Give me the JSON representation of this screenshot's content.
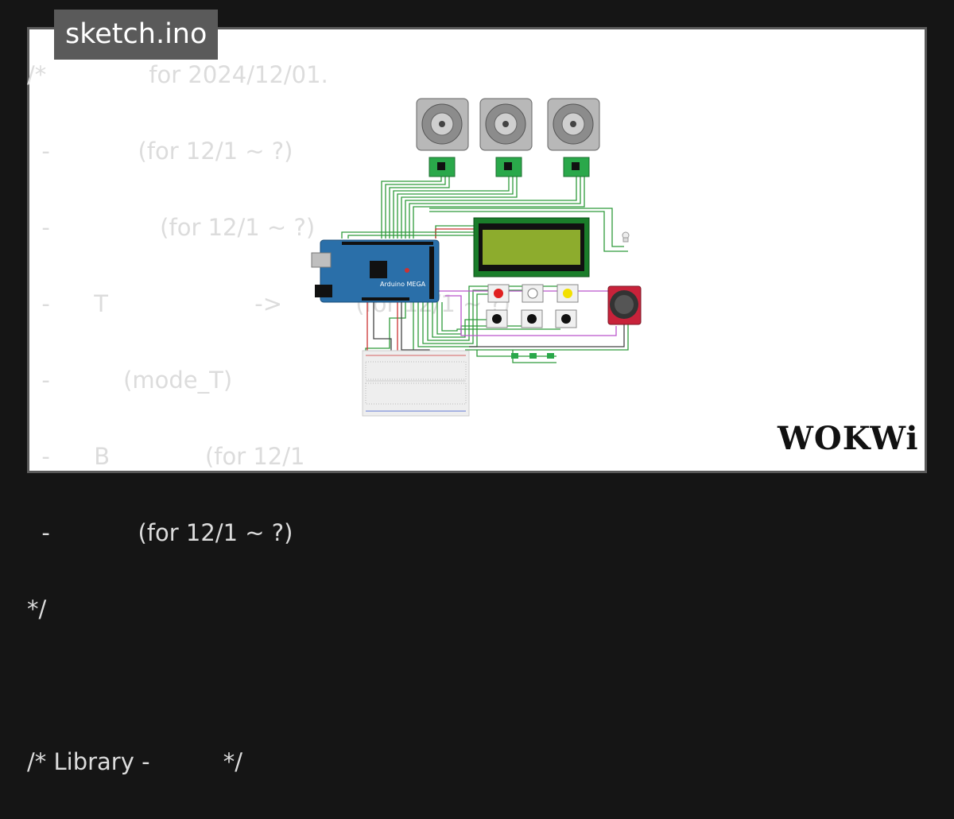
{
  "file": {
    "name": "sketch.ino"
  },
  "code_lines": [
    "/*              for 2024/12/01.",
    "  -            (for 12/1 ~ ?)",
    "  -               (for 12/1 ~ ?)",
    "  -      T                    ->          (for 12/1 ~ ?)",
    "  -          (mode_T)",
    "  -      B             (for 12/1",
    "  -            (for 12/1 ~ ?)",
    "*/",
    "",
    "/* Library -          */"
  ],
  "circuit": {
    "board_label": "Arduino MEGA",
    "components": [
      "stepper-motor",
      "stepper-motor",
      "stepper-motor",
      "a4988-driver",
      "a4988-driver",
      "a4988-driver",
      "lcd-2004",
      "pushbutton-red",
      "pushbutton-white",
      "pushbutton-yellow",
      "pushbutton-black",
      "pushbutton-black",
      "pushbutton-black",
      "joystick",
      "breadboard",
      "led"
    ],
    "colors": {
      "board": "#2a6fa9",
      "lcd_screen": "#8dac2d",
      "lcd_frame": "#1a7d2a",
      "driver": "#2aa84a",
      "joystick_board": "#c8223a",
      "wire_green": "#2e9a3a",
      "wire_red": "#cc3333",
      "wire_purple": "#bb55cc"
    }
  },
  "brand": {
    "name": "WOKWi"
  }
}
